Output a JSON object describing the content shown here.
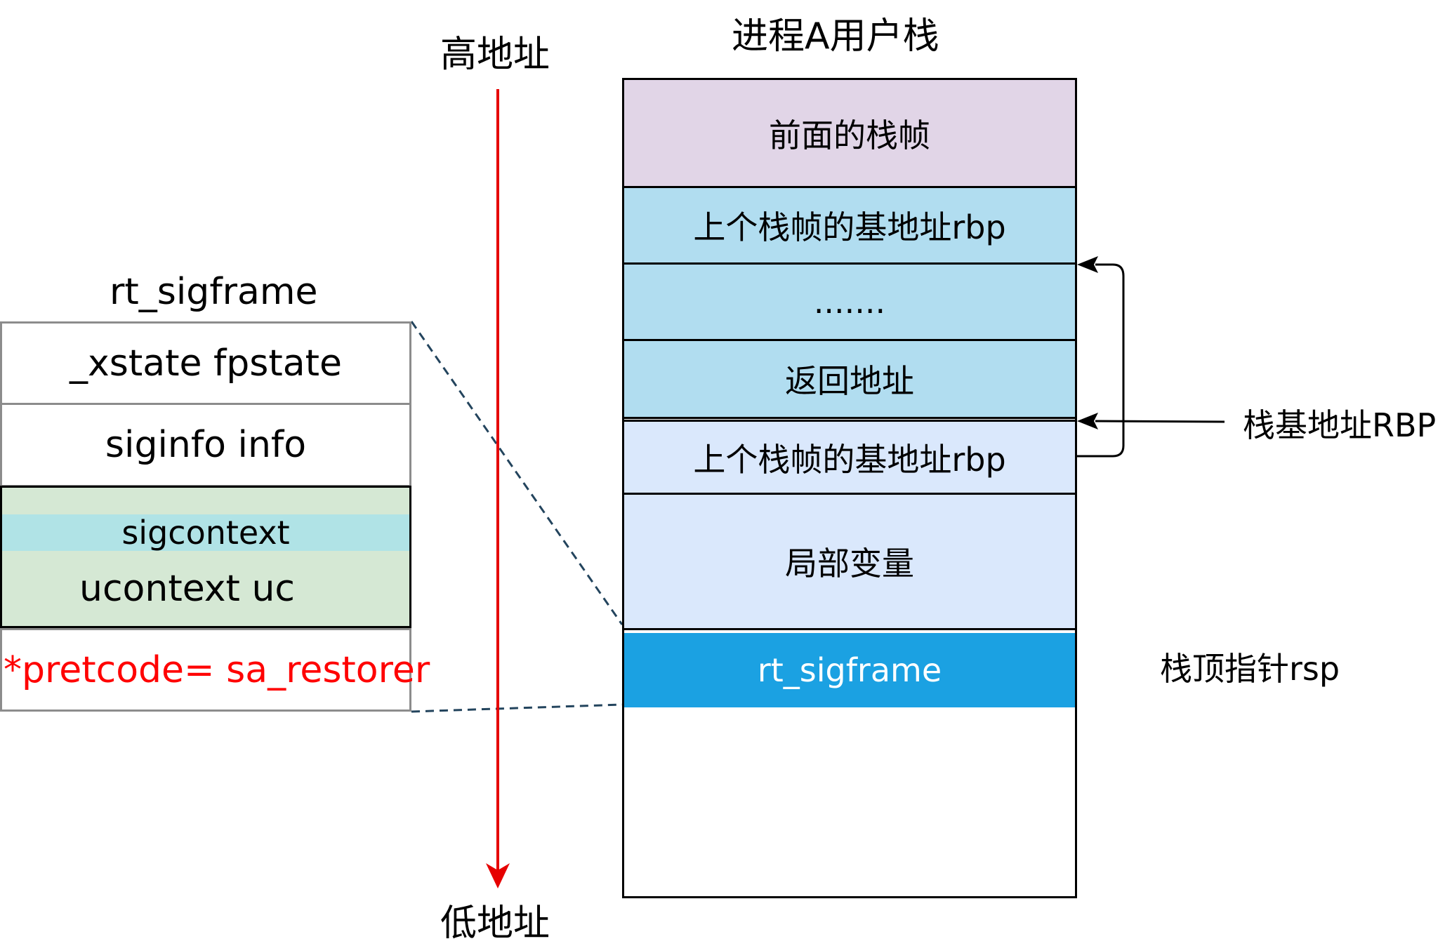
{
  "stack": {
    "title": "进程A用户栈",
    "cells": {
      "prev_frames": "前面的栈帧",
      "saved_rbp_upper": "上个栈帧的基地址rbp",
      "ellipsis": ".......",
      "return_address": "返回地址",
      "saved_rbp_lower": "上个栈帧的基地址rbp",
      "locals": "局部变量",
      "rt_sigframe": "rt_sigframe"
    }
  },
  "address_axis": {
    "high": "高地址",
    "low": "低地址",
    "color": "#e60000"
  },
  "pointers": {
    "rbp": "栈基地址RBP",
    "rsp": "栈顶指针rsp"
  },
  "rt_sigframe": {
    "title": "rt_sigframe",
    "fields": {
      "xstate": "_xstate fpstate",
      "siginfo": "siginfo info",
      "sigcontext": "sigcontext",
      "ucontext": "ucontext uc",
      "pretcode": "*pretcode= sa_restorer"
    }
  },
  "colors": {
    "prev_frames": "#e1d5e7",
    "saved_frame_blue": "#b1ddf0",
    "current_frame": "#dae8fc",
    "sigframe_fill": "#1ba1e2",
    "ucontext_fill": "#d5e8d4",
    "sigcontext_fill": "#b0e3e6",
    "pretcode_text": "#ff0000",
    "connector": "#23445d"
  }
}
